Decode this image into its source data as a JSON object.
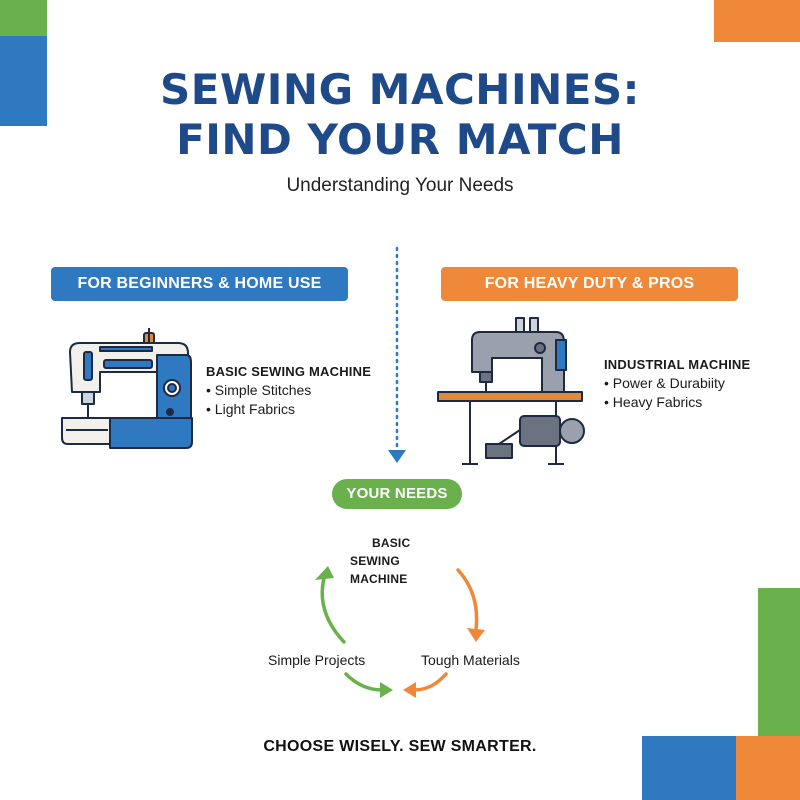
{
  "title": {
    "line1": "SEWING MACHINES:",
    "line2": "FIND YOUR MATCH",
    "subtitle": "Understanding Your Needs"
  },
  "left": {
    "header": "FOR BEGINNERS & HOME USE",
    "machine_title": "BASIC SEWING MACHINE",
    "features": [
      "Simple Stitches",
      "Light Fabrics"
    ],
    "machine_icon": "home-sewing-machine-icon"
  },
  "right": {
    "header": "FOR HEAVY DUTY & PROS",
    "machine_title": "INDUSTRIAL MACHINE",
    "features": [
      "Power & Durabiity",
      "Heavy Fabrics"
    ],
    "machine_icon": "industrial-sewing-machine-icon"
  },
  "needs": {
    "label": "YOUR NEEDS",
    "cycle": {
      "top_line1": "BASIC",
      "top_line2": "SEWING MACHINE",
      "left": "Simple Projects",
      "right": "Tough Materials"
    }
  },
  "tagline": "CHOOSE WISELY. SEW SMARTER.",
  "colors": {
    "blue": "#2f79c0",
    "orange": "#f0883a",
    "green": "#6ab04c",
    "title_navy": "#1f4a8a"
  }
}
